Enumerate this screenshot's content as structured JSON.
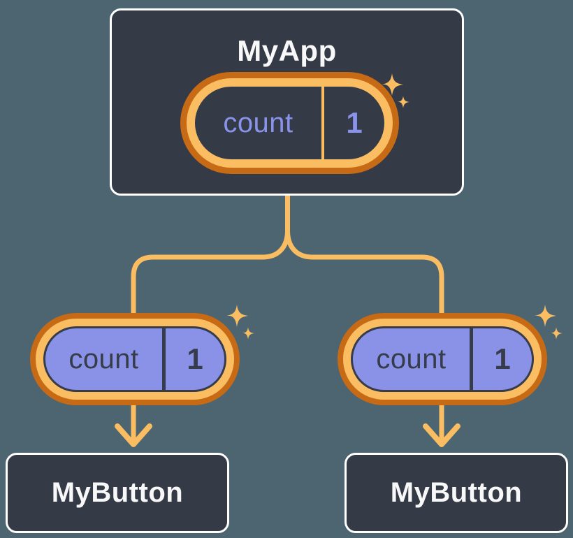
{
  "diagram": {
    "type": "react-component-tree",
    "background_color": "#4C6570",
    "root": {
      "title": "MyApp",
      "state_pill": {
        "label": "count",
        "value": "1"
      }
    },
    "children": [
      {
        "title": "MyButton",
        "prop_pill": {
          "label": "count",
          "value": "1"
        }
      },
      {
        "title": "MyButton",
        "prop_pill": {
          "label": "count",
          "value": "1"
        }
      }
    ],
    "colors": {
      "node_fill": "#343A46",
      "node_border": "#FFFFFF",
      "node_title_text": "#F8F8F8",
      "connector_line": "#FABD62",
      "pill_ring_outer": "#C76A15",
      "pill_ring_inner": "#FABD62",
      "root_pill_fill": "#343A46",
      "root_pill_text": "#8A93EC",
      "child_pill_fill": "#8A92E8",
      "child_pill_text": "#363C49"
    },
    "icons": {
      "sparkle": "sparkle-icon"
    }
  }
}
